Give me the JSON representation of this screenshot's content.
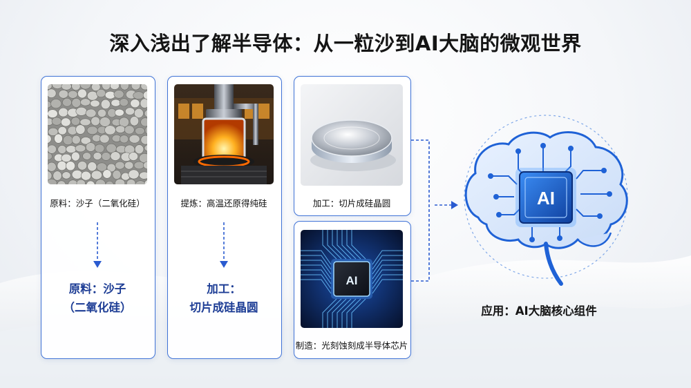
{
  "title": "深入浅出了解半导体：从一粒沙到AI大脑的微观世界",
  "cards": [
    {
      "image": "sand-grains",
      "caption": "原料：沙子（二氧化硅）",
      "big_line1": "原料：沙子",
      "big_line2": "（二氧化硅）"
    },
    {
      "image": "furnace",
      "caption": "提炼：高温还原得纯硅",
      "big_line1": "加工：",
      "big_line2": "切片成硅晶圆"
    },
    {
      "image": "silicon-wafer",
      "caption": "加工：切片成硅晶圆"
    },
    {
      "image": "ai-chip",
      "caption": "制造：光刻蚀刻成半导体芯片",
      "chip_text": "AI"
    }
  ],
  "brain": {
    "chip_text": "AI",
    "label": "应用：AI大脑核心组件"
  },
  "colors": {
    "accent": "#3f72d6",
    "dark_blue": "#1d3d95",
    "glow_blue": "#2f7cf0"
  }
}
